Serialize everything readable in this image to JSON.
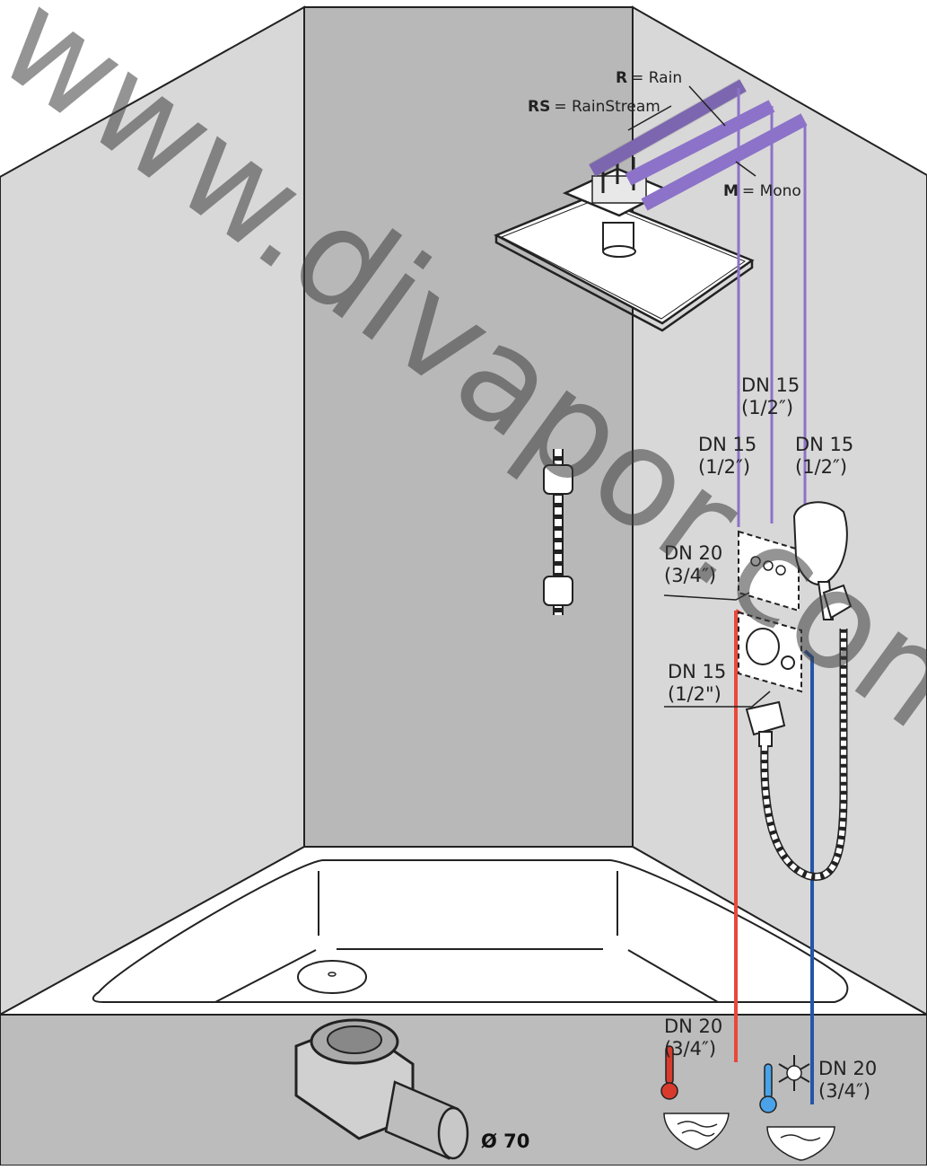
{
  "legend": {
    "rain_key": "R",
    "rain_text": "= Rain",
    "rainstream_key": "RS",
    "rainstream_text": "= RainStream",
    "mono_key": "M",
    "mono_text": "= Mono"
  },
  "pipes": {
    "dn15_top_a": "DN 15",
    "dn15_top_b": "(1/2″)",
    "dn15_left_a": "DN 15",
    "dn15_left_b": "(1/2″)",
    "dn15_right_a": "DN 15",
    "dn15_right_b": "(1/2″)",
    "dn20_mid_a": "DN 20",
    "dn20_mid_b": "(3/4″)",
    "dn15_low_a": "DN 15",
    "dn15_low_b": "(1/2\")",
    "dn20_hot_a": "DN 20",
    "dn20_hot_b": "(3/4″)",
    "dn20_cold_a": "DN 20",
    "dn20_cold_b": "(3/4″)"
  },
  "drain": {
    "diameter": "Ø 70"
  },
  "watermark": "www.divapor.com",
  "colors": {
    "wall_side": "#d8d8d8",
    "wall_back": "#b8b8b8",
    "tub_front": "#bcbcbc",
    "purple_pipe": "#8c72c8",
    "hot_pipe": "#e8483a",
    "cold_pipe": "#2456a8"
  }
}
